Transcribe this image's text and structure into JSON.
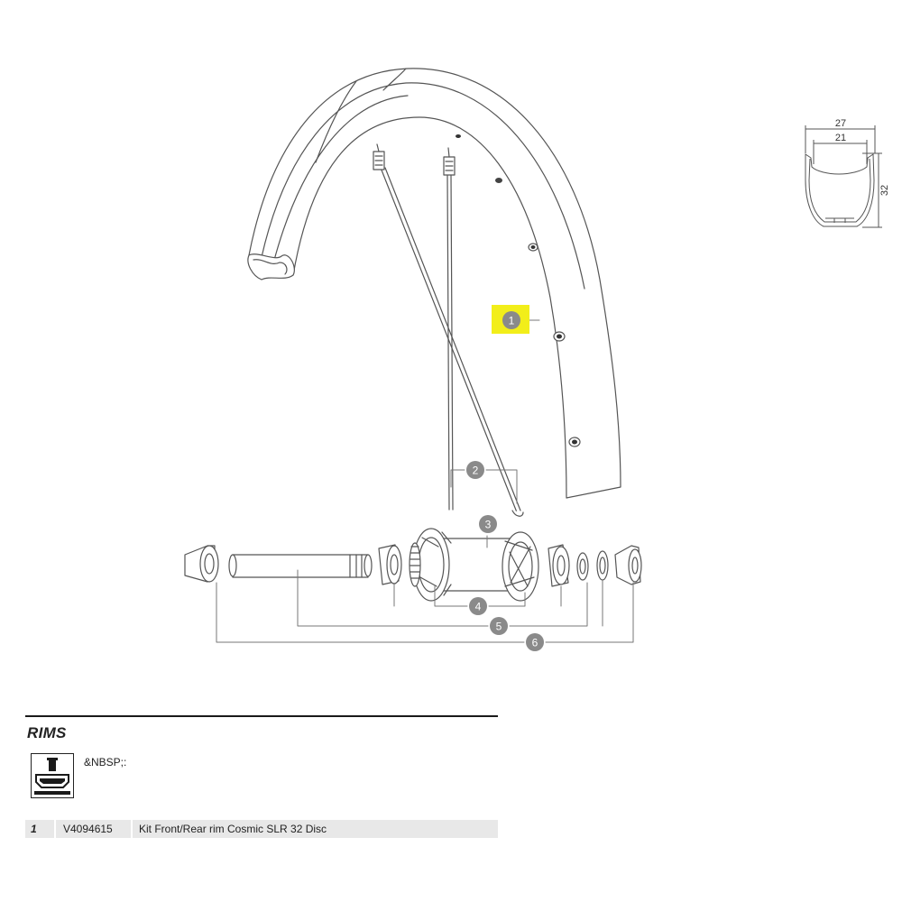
{
  "diagram": {
    "callouts": [
      {
        "label": "1",
        "highlighted": true
      },
      {
        "label": "2",
        "highlighted": false
      },
      {
        "label": "3",
        "highlighted": false
      },
      {
        "label": "4",
        "highlighted": false
      },
      {
        "label": "5",
        "highlighted": false
      },
      {
        "label": "6",
        "highlighted": false
      }
    ],
    "rim_profile": {
      "outer_width": "27",
      "inner_width": "21",
      "height": "32"
    },
    "colors": {
      "highlight": "#f2ee1a",
      "callout_fill": "#8a8a8a",
      "line": "#555555"
    }
  },
  "section": {
    "title": "RIMS",
    "icon": "tubeless-tire-icon",
    "note": "&NBSP;:"
  },
  "parts": [
    {
      "number": "1",
      "reference": "V4094615",
      "description": "Kit Front/Rear rim Cosmic SLR 32 Disc"
    }
  ]
}
